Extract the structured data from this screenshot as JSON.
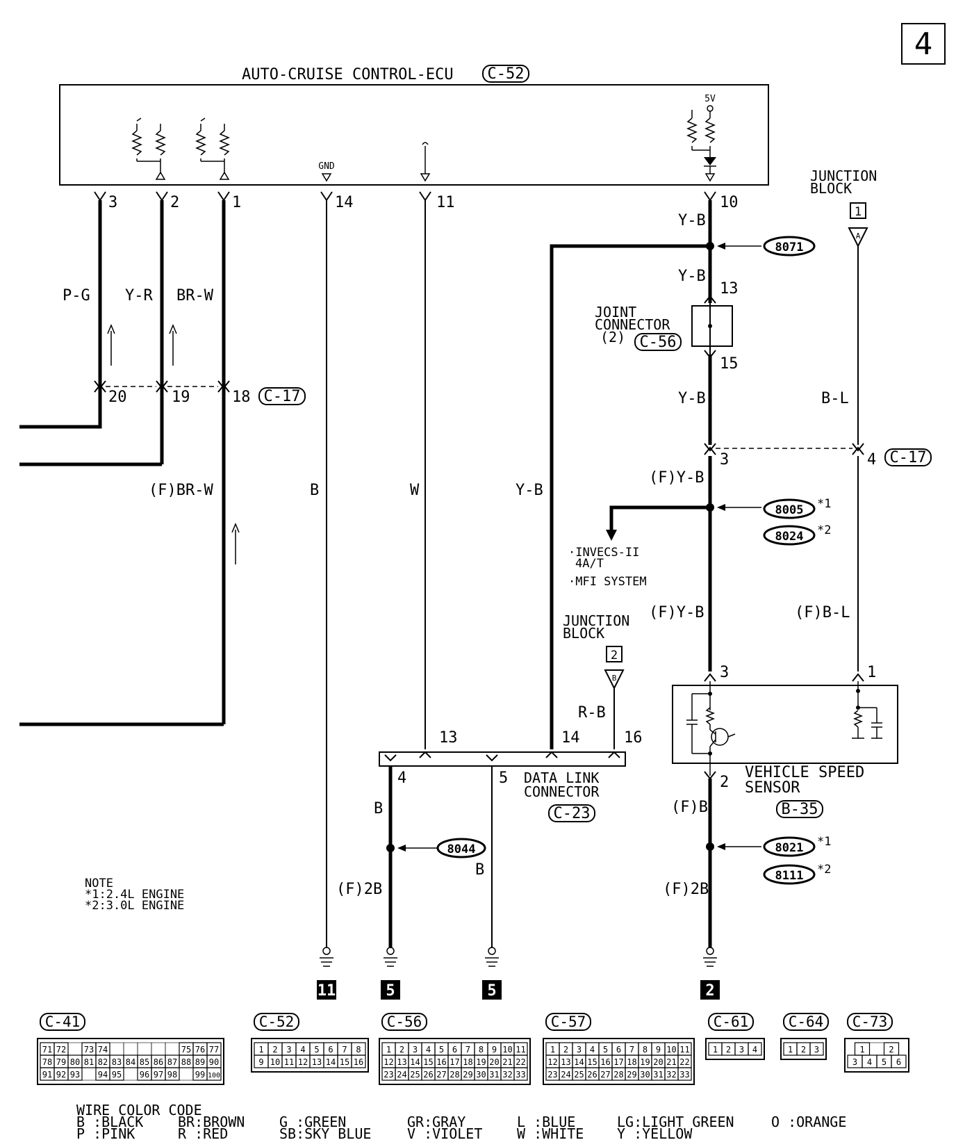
{
  "page_number": "4",
  "ecu": {
    "title": "AUTO-CRUISE CONTROL-ECU",
    "connector": "C-52",
    "gnd_label": "GND",
    "supply_label": "5V",
    "pins": [
      "3",
      "2",
      "1",
      "14",
      "11",
      "10"
    ]
  },
  "wires": {
    "pin3": "P-G",
    "pin2": "Y-R",
    "pin1": "BR-W",
    "pin1_front": "(F)BR-W",
    "pin14": "B",
    "pin11": "W",
    "pin10": "Y-B",
    "splice_branch": "Y-B",
    "after_splice": "Y-B",
    "after_joint": "Y-B",
    "front_yb_upper": "(F)Y-B",
    "front_yb_lower": "(F)Y-B",
    "jb1_wire": "B-L",
    "jb1_front": "(F)B-L",
    "dlc16": "R-B",
    "dlc4_upper": "B",
    "dlc4_lower": "(F)2B",
    "dlc5": "B",
    "vss2_upper": "(F)B",
    "vss2_lower": "(F)2B"
  },
  "connector_c17": {
    "name": "C-17",
    "pins_left": [
      "20",
      "19",
      "18"
    ],
    "pins_right": [
      "3",
      "4"
    ]
  },
  "splices": {
    "s8071": "8071",
    "s8005": "8005",
    "s8024": "8024",
    "s8044": "8044",
    "s8021": "8021",
    "s8111": "8111",
    "mark1": "*1",
    "mark2": "*2"
  },
  "junction_block_1": {
    "line1": "JUNCTION",
    "line2": "BLOCK",
    "number": "1",
    "terminal": "A"
  },
  "junction_block_2": {
    "line1": "JUNCTION",
    "line2": "BLOCK",
    "number": "2",
    "terminal": "B"
  },
  "joint_connector": {
    "line1": "JOINT",
    "line2": "CONNECTOR",
    "line3": "(2)",
    "connector": "C-56",
    "pin_top": "13",
    "pin_bottom": "15"
  },
  "branch_destinations": [
    "·INVECS-II",
    "4A/T",
    "·MFI SYSTEM"
  ],
  "data_link_connector": {
    "line1": "DATA LINK",
    "line2": "CONNECTOR",
    "connector": "C-23",
    "pins": [
      "4",
      "5",
      "13",
      "14",
      "16"
    ]
  },
  "vehicle_speed_sensor": {
    "line1": "VEHICLE SPEED",
    "line2": "SENSOR",
    "connector": "B-35",
    "pins": [
      "3",
      "1",
      "2"
    ]
  },
  "grounds": [
    "11",
    "5",
    "5",
    "2"
  ],
  "note": {
    "title": "NOTE",
    "lines": [
      "*1:2.4L ENGINE",
      "*2:3.0L ENGINE"
    ]
  },
  "connector_views": [
    {
      "name": "C-41",
      "rows": [
        [
          "71",
          "72",
          "",
          "73",
          "74",
          "",
          "",
          "",
          "",
          "",
          "75",
          "76",
          "77"
        ],
        [
          "78",
          "79",
          "80",
          "81",
          "82",
          "83",
          "84",
          "85",
          "86",
          "87",
          "88",
          "89",
          "90"
        ],
        [
          "91",
          "92",
          "93",
          "",
          "94",
          "95",
          "",
          "96",
          "97",
          "98",
          "",
          "99",
          "100"
        ]
      ]
    },
    {
      "name": "C-52",
      "rows": [
        [
          "1",
          "2",
          "3",
          "4",
          "5",
          "6",
          "7",
          "8"
        ],
        [
          "9",
          "10",
          "11",
          "12",
          "13",
          "14",
          "15",
          "16"
        ]
      ]
    },
    {
      "name": "C-56",
      "rows": [
        [
          "1",
          "2",
          "3",
          "4",
          "5",
          "6",
          "7",
          "8",
          "9",
          "10",
          "11"
        ],
        [
          "12",
          "13",
          "14",
          "15",
          "16",
          "17",
          "18",
          "19",
          "20",
          "21",
          "22"
        ],
        [
          "23",
          "24",
          "25",
          "26",
          "27",
          "28",
          "29",
          "30",
          "31",
          "32",
          "33"
        ]
      ]
    },
    {
      "name": "C-57",
      "rows": [
        [
          "1",
          "2",
          "3",
          "4",
          "5",
          "6",
          "7",
          "8",
          "9",
          "10",
          "11"
        ],
        [
          "12",
          "13",
          "14",
          "15",
          "16",
          "17",
          "18",
          "19",
          "20",
          "21",
          "22"
        ],
        [
          "23",
          "24",
          "25",
          "26",
          "27",
          "28",
          "29",
          "30",
          "31",
          "32",
          "33"
        ]
      ]
    },
    {
      "name": "C-61",
      "rows": [
        [
          "1",
          "2",
          "3",
          "4"
        ]
      ]
    },
    {
      "name": "C-64",
      "rows": [
        [
          "1",
          "2",
          "3"
        ]
      ]
    },
    {
      "name": "C-73",
      "rows": [
        [
          "1",
          "",
          "2"
        ],
        [
          "3",
          "4",
          "5",
          "6"
        ]
      ]
    }
  ],
  "color_code": {
    "title": "WIRE COLOR CODE",
    "row1": [
      "B :BLACK",
      "BR:BROWN",
      "G :GREEN",
      "GR:GRAY",
      "L :BLUE",
      "LG:LIGHT GREEN",
      "O :ORANGE"
    ],
    "row2": [
      "P :PINK",
      "R :RED",
      "SB:SKY BLUE",
      "V :VIOLET",
      "W :WHITE",
      "Y :YELLOW"
    ]
  }
}
